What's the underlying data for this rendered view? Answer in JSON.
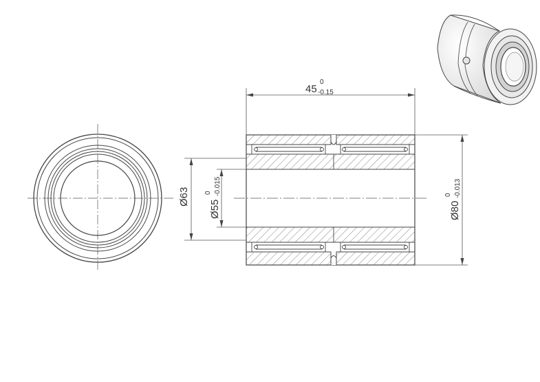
{
  "colors": {
    "line": "#444444",
    "center_line": "#555555",
    "hatch": "#666666",
    "shade": "#cfcfcf"
  },
  "dimensions": {
    "width": {
      "prefix": "45",
      "upper": "0",
      "lower": "-0.15"
    },
    "outer_diameter": {
      "prefix": "Ø80",
      "upper": "0",
      "lower": "-0.013"
    },
    "bore_diameter": {
      "prefix": "Ø55",
      "upper": "0",
      "lower": "-0.015"
    },
    "raceway_diameter": {
      "prefix": "Ø63"
    }
  },
  "views": [
    "end-view",
    "section-view",
    "iso-view"
  ]
}
